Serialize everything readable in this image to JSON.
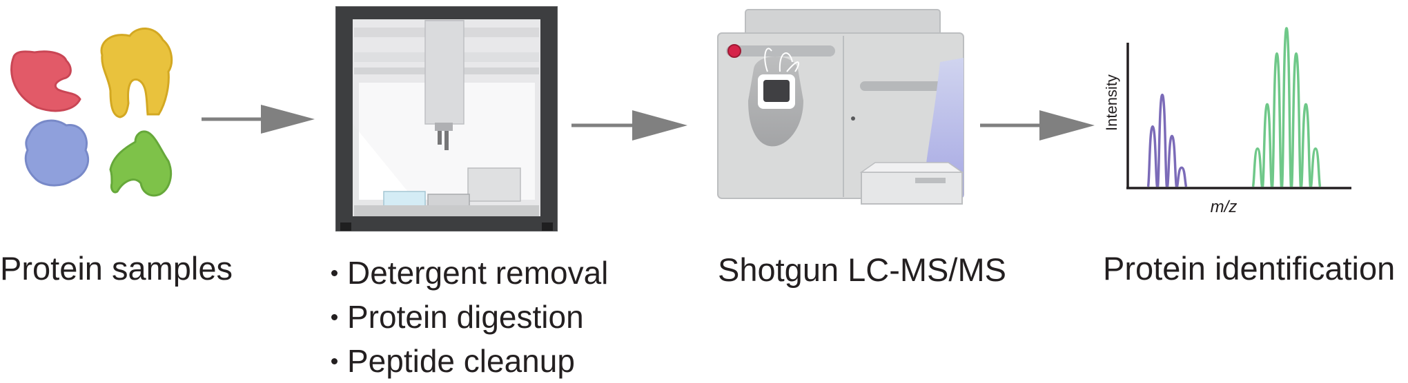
{
  "stages": {
    "protein_samples": {
      "label": "Protein samples"
    },
    "preparation": {
      "steps": [
        "Detergent removal",
        "Protein digestion",
        "Peptide cleanup"
      ]
    },
    "lcms": {
      "label": "Shotgun LC-MS/MS"
    },
    "identification": {
      "label": "Protein identification"
    }
  },
  "chart_data": {
    "type": "line",
    "xlabel": "m/z",
    "ylabel": "Intensity",
    "series": [
      {
        "color": "#7b6bb8",
        "peaks_relative_height": [
          0.38,
          0.58,
          0.32,
          0.12
        ]
      },
      {
        "color": "#6fc889",
        "peaks_relative_height": [
          0.24,
          0.52,
          0.84,
          1.0,
          0.84,
          0.52,
          0.24
        ]
      }
    ]
  },
  "colors": {
    "arrow": "#808080",
    "protein_red": "#e25a68",
    "protein_yellow": "#e9c23d",
    "protein_blue": "#8fa0dc",
    "protein_green": "#7ec249",
    "instrument_gray": "#d9dada",
    "accent_purple": "#b7b6e8"
  }
}
